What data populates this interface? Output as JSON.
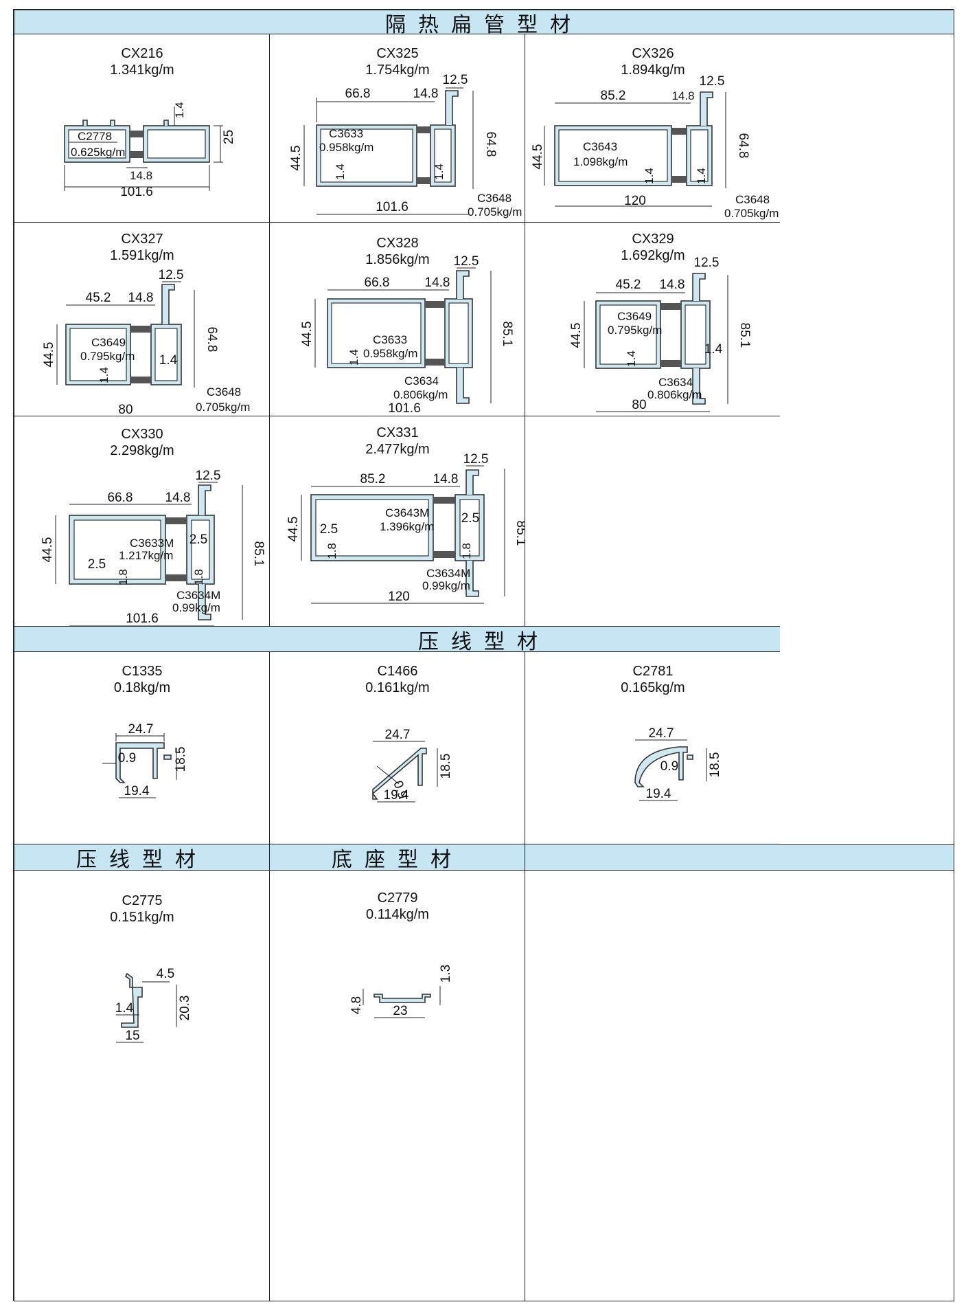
{
  "sections": {
    "thermal_break": "隔热扁管型材",
    "glazing_bead": "压线型材",
    "glazing_bead_2": "压线型材",
    "base": "底座型材"
  },
  "profiles": {
    "cx216": {
      "code": "CX216",
      "weight": "1.341kg/m",
      "part_code": "C2778",
      "part_weight": "0.625kg/m",
      "dims": {
        "w": "101.6",
        "h": "25",
        "wall": "1.4",
        "strip": "14.8"
      }
    },
    "cx325": {
      "code": "CX325",
      "weight": "1.754kg/m",
      "part1_code": "C3633",
      "part1_weight": "0.958kg/m",
      "part2_code": "C3648",
      "part2_weight": "0.705kg/m",
      "dims": {
        "a": "66.8",
        "b": "14.8",
        "c": "12.5",
        "d": "44.5",
        "e": "64.8",
        "f": "1.4",
        "g": "1.4",
        "w": "101.6"
      }
    },
    "cx326": {
      "code": "CX326",
      "weight": "1.894kg/m",
      "part1_code": "C3643",
      "part1_weight": "1.098kg/m",
      "part2_code": "C3648",
      "part2_weight": "0.705kg/m",
      "dims": {
        "a": "85.2",
        "b": "14.8",
        "c": "12.5",
        "d": "44.5",
        "e": "64.8",
        "f": "1.4",
        "g": "1.4",
        "w": "120"
      }
    },
    "cx327": {
      "code": "CX327",
      "weight": "1.591kg/m",
      "part1_code": "C3649",
      "part1_weight": "0.795kg/m",
      "part2_code": "C3648",
      "part2_weight": "0.705kg/m",
      "dims": {
        "a": "45.2",
        "b": "14.8",
        "c": "12.5",
        "d": "44.5",
        "e": "64.8",
        "f": "1.4",
        "g": "1.4",
        "w": "80"
      }
    },
    "cx328": {
      "code": "CX328",
      "weight": "1.856kg/m",
      "part1_code": "C3633",
      "part1_weight": "0.958kg/m",
      "part2_code": "C3634",
      "part2_weight": "0.806kg/m",
      "dims": {
        "a": "66.8",
        "b": "14.8",
        "c": "12.5",
        "d": "44.5",
        "e": "85.1",
        "f": "1.4",
        "w": "101.6"
      }
    },
    "cx329": {
      "code": "CX329",
      "weight": "1.692kg/m",
      "part1_code": "C3649",
      "part1_weight": "0.795kg/m",
      "part2_code": "C3634",
      "part2_weight": "0.806kg/m",
      "dims": {
        "a": "45.2",
        "b": "14.8",
        "c": "12.5",
        "d": "44.5",
        "e": "85.1",
        "f": "1.4",
        "g": "1.4",
        "w": "80"
      }
    },
    "cx330": {
      "code": "CX330",
      "weight": "2.298kg/m",
      "part1_code": "C3633M",
      "part1_weight": "1.217kg/m",
      "part2_code": "C3634M",
      "part2_weight": "0.99kg/m",
      "dims": {
        "a": "66.8",
        "b": "14.8",
        "c": "12.5",
        "d": "44.5",
        "e": "85.1",
        "f": "2.5",
        "g": "2.5",
        "h": "1.8",
        "i": "1.8",
        "w": "101.6"
      }
    },
    "cx331": {
      "code": "CX331",
      "weight": "2.477kg/m",
      "part1_code": "C3643M",
      "part1_weight": "1.396kg/m",
      "part2_code": "C3634M",
      "part2_weight": "0.99kg/m",
      "dims": {
        "a": "85.2",
        "b": "14.8",
        "c": "12.5",
        "d": "44.5",
        "e": "85.1",
        "f": "2.5",
        "g": "2.5",
        "h": "1.8",
        "i": "1.8",
        "w": "120"
      }
    },
    "c1335": {
      "code": "C1335",
      "weight": "0.18kg/m",
      "dims": {
        "top": "24.7",
        "t": "0.9",
        "h": "18.5",
        "b": "19.4"
      }
    },
    "c1466": {
      "code": "C1466",
      "weight": "0.161kg/m",
      "dims": {
        "top": "24.7",
        "t": "0.9",
        "h": "18.5",
        "b": "19.4"
      }
    },
    "c2781": {
      "code": "C2781",
      "weight": "0.165kg/m",
      "dims": {
        "top": "24.7",
        "t": "0.9",
        "h": "18.5",
        "b": "19.4"
      }
    },
    "c2775": {
      "code": "C2775",
      "weight": "0.151kg/m",
      "dims": {
        "top": "4.5",
        "t": "1.4",
        "h": "20.3",
        "b": "15"
      }
    },
    "c2779": {
      "code": "C2779",
      "weight": "0.114kg/m",
      "dims": {
        "t": "1.3",
        "h": "4.8",
        "w": "23"
      }
    }
  },
  "colors": {
    "header_bg": "#c6e6f3",
    "profile_fill": "#cfe9f2",
    "outline": "#333333"
  }
}
